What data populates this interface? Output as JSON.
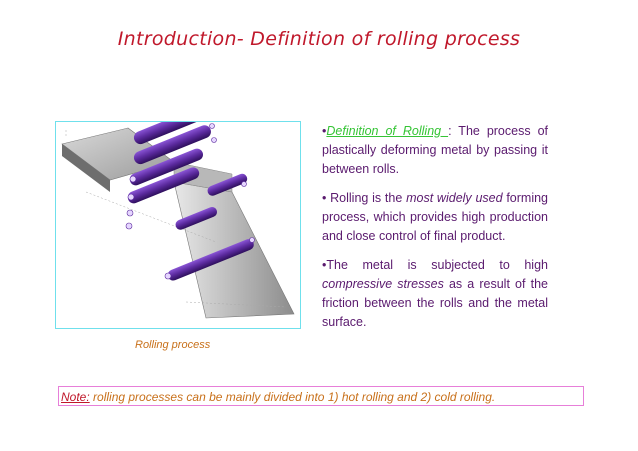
{
  "slide": {
    "title": "Introduction- Definition of rolling process",
    "figure": {
      "caption": "Rolling process"
    },
    "definition": {
      "bullet": "•",
      "term": "Definition of Rolling ",
      "rest": ": The process of plastically deforming metal by passing it between rolls."
    },
    "usage": {
      "lead": "• Rolling is the ",
      "emphasis": "most widely used",
      "rest": " forming process, which provides high production and close control of final product."
    },
    "stress": {
      "lead": "•The metal is subjected to high ",
      "emphasis": "compressive stresses",
      "rest": " as a result of the friction between the rolls and the metal surface."
    },
    "note": {
      "label": "Note:",
      "text": " rolling processes can be mainly divided  into 1) hot rolling and 2) cold rolling."
    }
  },
  "colors": {
    "title": "#c0182b",
    "body_text": "#5a1a6e",
    "definition_term": "#35c435",
    "caption": "#c8701a",
    "figure_border": "#6fe0ec",
    "note_border": "#e77fd9",
    "roll": "#5b2a9e"
  }
}
